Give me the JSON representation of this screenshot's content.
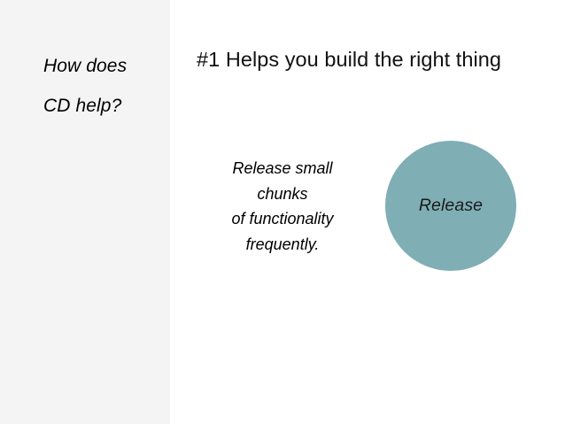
{
  "slide": {
    "background_color": "#ffffff",
    "sidebar": {
      "background_color": "#f4f4f5",
      "lines": [
        "How does",
        "CD help?"
      ]
    },
    "title": "#1 Helps you build the right thing",
    "caption": {
      "lines": [
        "Release small",
        "chunks",
        "of functionality",
        "frequently."
      ]
    },
    "diagram": {
      "circle": {
        "label": "Release",
        "fill_color": "#7faeb4"
      }
    }
  }
}
